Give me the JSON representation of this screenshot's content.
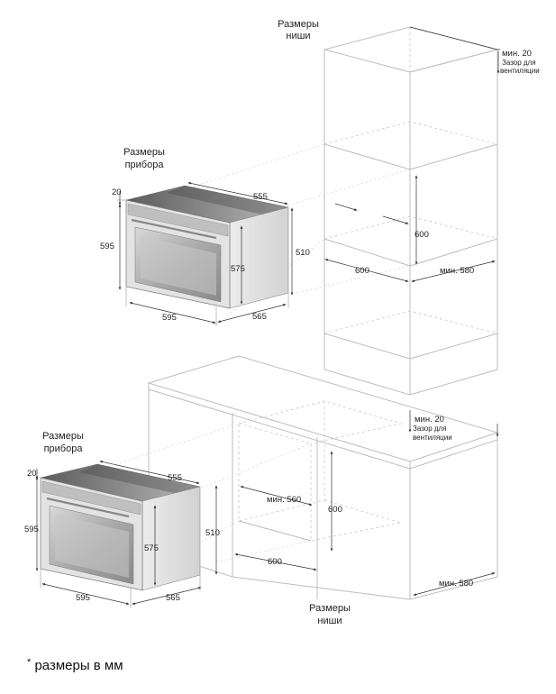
{
  "top": {
    "niche_title": [
      "Размеры",
      "ниши"
    ],
    "device_title": [
      "Размеры",
      "прибора"
    ],
    "device_dims": {
      "top_gap": "20",
      "width_top": "555",
      "height_outer": "595",
      "height_inner": "575",
      "depth_side": "510",
      "width_bottom": "595",
      "depth_bottom": "565"
    },
    "niche_dims": {
      "ventilation_min": "мин. 20",
      "ventilation_label": [
        "Зазор для",
        "вентиляции"
      ],
      "height": "600",
      "width": "600",
      "depth": "мин. 580"
    }
  },
  "bottom": {
    "device_title": [
      "Размеры",
      "прибора"
    ],
    "niche_title": [
      "Размеры",
      "ниши"
    ],
    "device_dims": {
      "top_gap": "20",
      "width_top": "555",
      "height_outer": "595",
      "height_inner": "575",
      "depth_side": "510",
      "width_bottom": "595",
      "depth_bottom": "565"
    },
    "niche_dims": {
      "ventilation_min": "мин. 20",
      "ventilation_label": [
        "Зазор для",
        "вентиляции"
      ],
      "inner_width": "мин. 560",
      "height": "600",
      "width": "600",
      "depth": "мин. 580"
    }
  },
  "footnote": {
    "star": "*",
    "text": " размеры в мм"
  }
}
